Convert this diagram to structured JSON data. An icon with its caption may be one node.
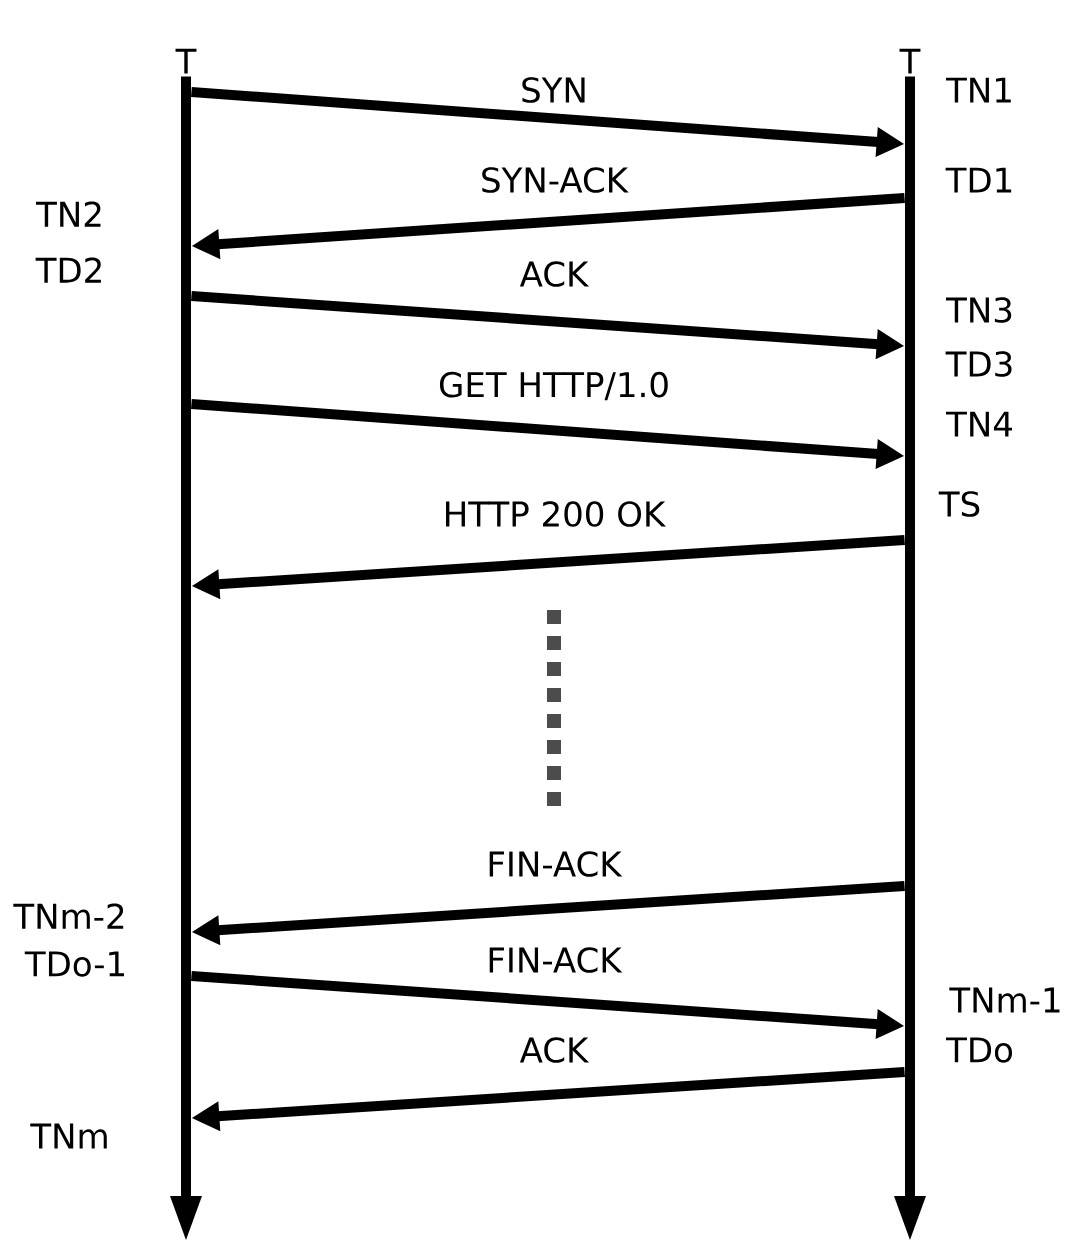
{
  "diagram": {
    "nodes": [
      {
        "text": [
          "T"
        ]
      },
      {
        "text": [
          "T"
        ]
      }
    ],
    "edges": [
      {
        "from": 0,
        "to": 1,
        "arrow": "to",
        "label": "SYN"
      },
      {
        "from": 1,
        "to": 0,
        "arrow": "to",
        "label": "SYN-ACK"
      },
      {
        "from": 0,
        "to": 1,
        "arrow": "to",
        "label": "ACK"
      },
      {
        "from": 0,
        "to": 1,
        "arrow": "to",
        "label": "GET HTTP/1.0"
      },
      {
        "from": 1,
        "to": 0,
        "arrow": "to",
        "label": "HTTP 200 OK"
      },
      {
        "from": 1,
        "to": 0,
        "arrow": "to",
        "label": "FIN-ACK"
      },
      {
        "from": 0,
        "to": 1,
        "arrow": "to",
        "label": "FIN-ACK"
      },
      {
        "from": 1,
        "to": 0,
        "arrow": "to",
        "label": "ACK"
      }
    ],
    "labels": [
      "TN1",
      "TD1",
      "TN2",
      "TD2",
      "TN3",
      "TD3",
      "TN4",
      "TS",
      "TNm-2",
      "TDo-1",
      "TNm-1",
      "TDo",
      "TNm"
    ]
  }
}
